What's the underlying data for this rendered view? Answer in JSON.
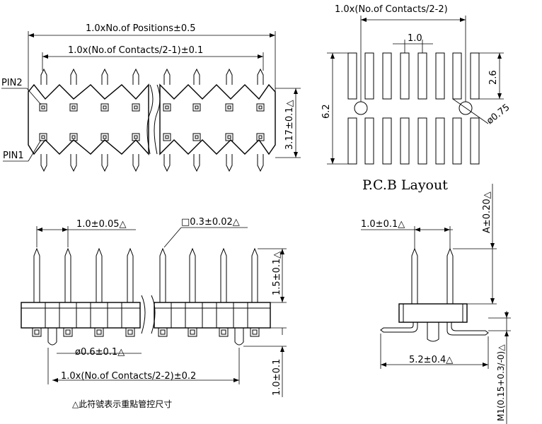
{
  "front_view": {
    "dim_positions": "1.0xNo.of Positions±0.5",
    "dim_contacts": "1.0x(No.of Contacts/2-1)±0.1",
    "dim_height": "3.17±0.1△",
    "pin2_label": "PIN2",
    "pin1_label": "PIN1"
  },
  "pcb_layout": {
    "dim_top": "1.0x(No.of Contacts/2-2)",
    "dim_pitch": "1.0",
    "dim_width": "6.2",
    "dim_pad": "2.6",
    "dim_hole": "ø0.75",
    "title": "P.C.B Layout"
  },
  "side_view": {
    "dim_pitch": "1.0±0.05△",
    "dim_square": "□0.3±0.02△",
    "dim_pin_height": "1.5±0.1△",
    "dim_post": "ø0.6±0.1△",
    "dim_span": "1.0x(No.of Contacts/2-2)±0.2",
    "dim_post_len": "1.0±0.1",
    "note": "△此符號表示重點管控尺寸"
  },
  "end_view": {
    "dim_pitch": "1.0±0.1△",
    "dim_a": "A±0.20△",
    "dim_width": "5.2±0.4△",
    "dim_m": "M1(0.15+0.3/-0)△"
  }
}
